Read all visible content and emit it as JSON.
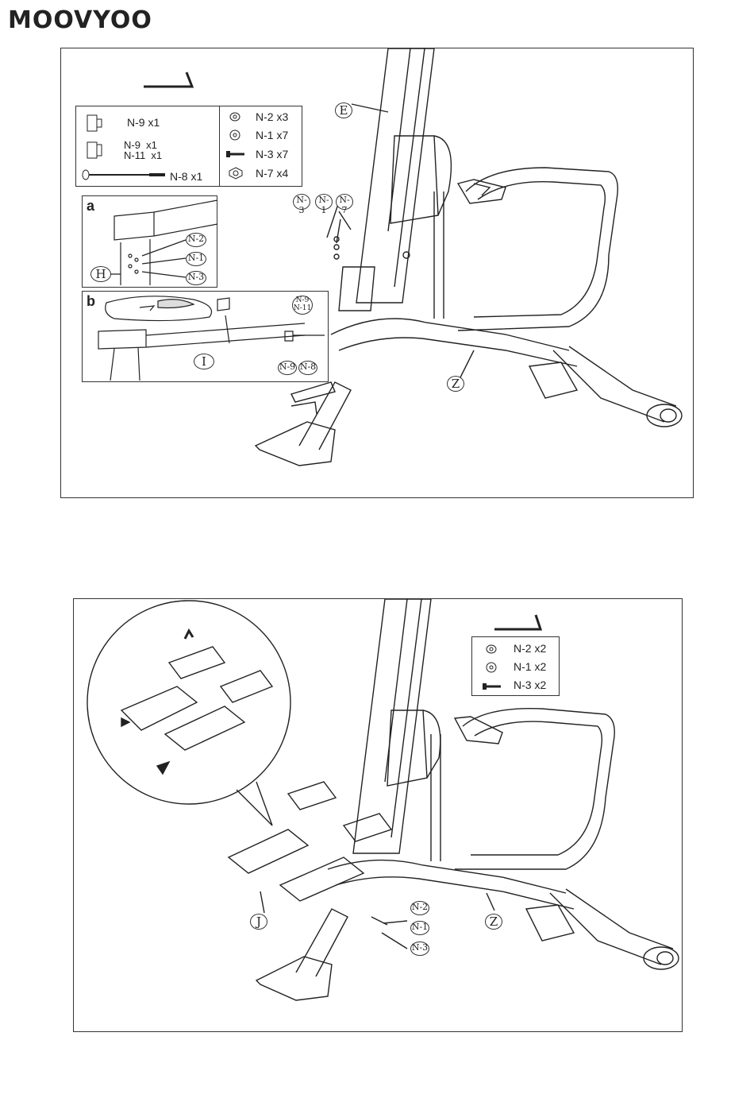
{
  "brand": {
    "logo": "MOOVYOO"
  },
  "step1": {
    "parts_left": [
      {
        "icon": "bolt-nut-icon",
        "label": "N-9  x1"
      },
      {
        "icon": "bolt-nut-cap-icon",
        "label": "N-9  x1\nN-11  x1"
      },
      {
        "icon": "long-bolt-icon",
        "label": "N-8  x1"
      }
    ],
    "parts_right": [
      {
        "icon": "spring-washer-icon",
        "label": "N-2  x3"
      },
      {
        "icon": "flat-washer-icon",
        "label": "N-1  x7"
      },
      {
        "icon": "screw-icon",
        "label": "N-3  x7"
      },
      {
        "icon": "nut-icon",
        "label": "N-7  x4"
      }
    ],
    "callout_a": {
      "tag": "a",
      "part_label": "H",
      "hardware": [
        "N-2",
        "N-1",
        "N-3"
      ]
    },
    "callout_b": {
      "tag": "b",
      "part_label": "I",
      "hardware_top": "N-9\nN-11",
      "hardware_bottom": [
        "N-9",
        "N-8"
      ]
    },
    "main_labels": {
      "rail": "E",
      "frame": "Z",
      "hardware": [
        "N-3",
        "N-1",
        "N-7"
      ]
    }
  },
  "step2": {
    "parts": [
      {
        "icon": "spring-washer-icon",
        "label": "N-2  x2"
      },
      {
        "icon": "flat-washer-icon",
        "label": "N-1  x2"
      },
      {
        "icon": "screw-icon",
        "label": "N-3  x2"
      }
    ],
    "main_labels": {
      "footrest": "J",
      "frame": "Z",
      "hardware": [
        "N-2",
        "N-1",
        "N-3"
      ]
    }
  }
}
